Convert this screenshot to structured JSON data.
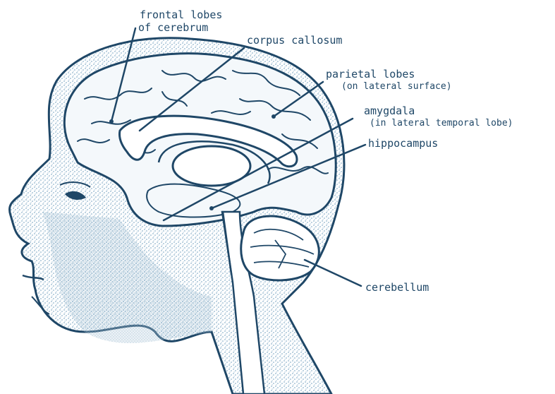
{
  "labels": {
    "frontal_line1": "frontal lobes",
    "frontal_line2": "of cerebrum",
    "corpus": "corpus callosum",
    "parietal_line1": "parietal lobes",
    "parietal_line2": "(on lateral surface)",
    "amygdala_line1": "amygdala",
    "amygdala_line2": "(in lateral temporal lobe)",
    "hippocampus": "hippocampus",
    "cerebellum": "cerebellum"
  },
  "colors": {
    "ink": "#1f4767",
    "stipple": "#8fb4cc",
    "stipple_dark": "#5c8eb0",
    "brain_fill": "#f4f8fb",
    "background": "#ffffff"
  }
}
